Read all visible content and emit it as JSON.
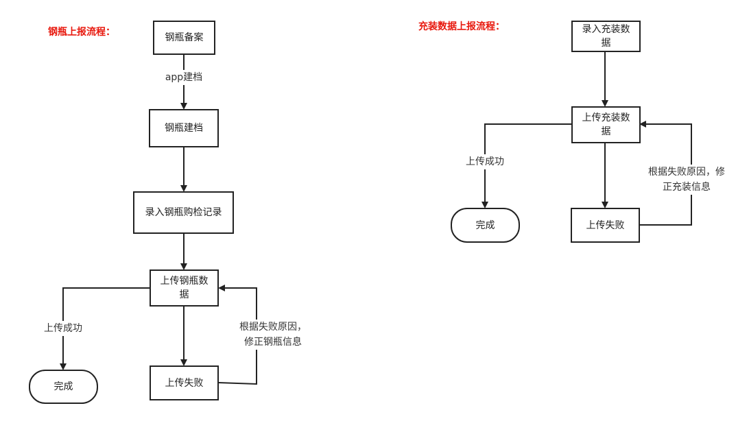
{
  "colors": {
    "title": "#e8190e",
    "stroke": "#222222",
    "text": "#333333"
  },
  "left": {
    "title": "钢瓶上报流程：",
    "nodes": {
      "register": "钢瓶备案",
      "archive": "钢瓶建档",
      "purchase": "录入钢瓶购检记录",
      "upload": "上传钢瓶数\n据",
      "fail": "上传失败",
      "done": "完成"
    },
    "labels": {
      "app": "app建档",
      "success": "上传成功",
      "fix": "根据失败原因，\n修正钢瓶信息"
    }
  },
  "right": {
    "title": "充装数据上报流程：",
    "nodes": {
      "input": "录入充装数\n据",
      "upload": "上传充装数\n据",
      "fail": "上传失败",
      "done": "完成"
    },
    "labels": {
      "success": "上传成功",
      "fix": "根据失败原因，修\n正充装信息"
    }
  }
}
